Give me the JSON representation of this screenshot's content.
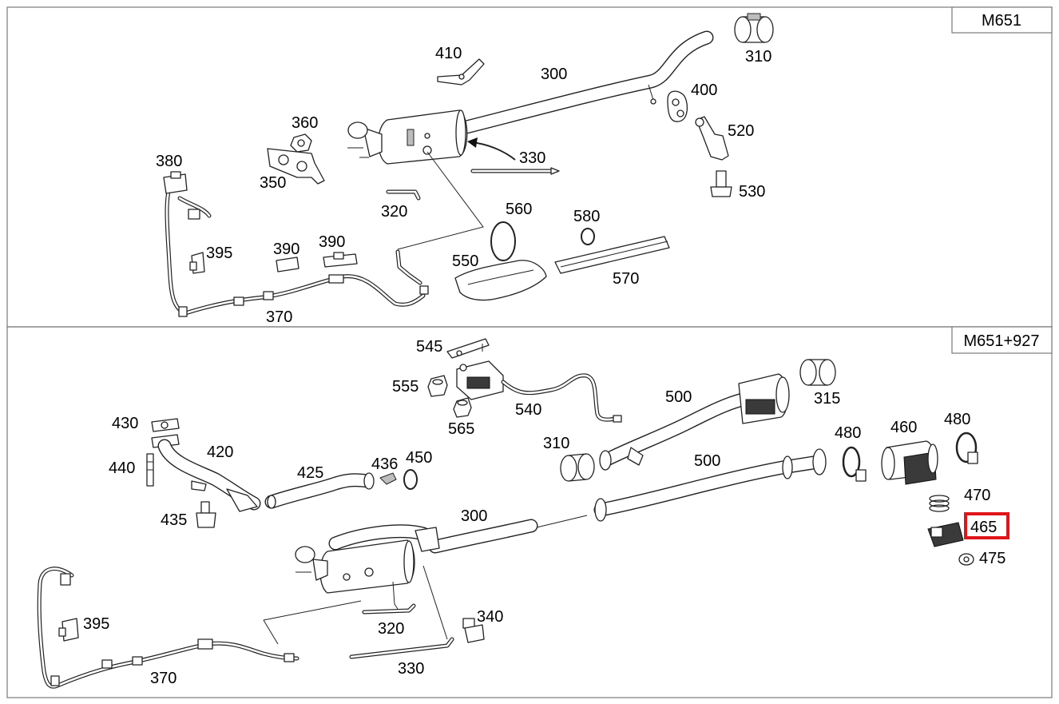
{
  "sections": [
    {
      "tag": "M651",
      "labels": [
        "410",
        "300",
        "310",
        "400",
        "360",
        "520",
        "380",
        "330",
        "350",
        "530",
        "320",
        "560",
        "580",
        "395",
        "390",
        "390",
        "550",
        "570",
        "370"
      ]
    },
    {
      "tag": "M651+927",
      "labels": [
        "545",
        "555",
        "540",
        "500",
        "315",
        "565",
        "430",
        "420",
        "310",
        "480",
        "460",
        "480",
        "440",
        "500",
        "425",
        "436",
        "450",
        "470",
        "435",
        "300",
        "465",
        "475",
        "340",
        "395",
        "320",
        "330",
        "370"
      ]
    }
  ],
  "highlight": {
    "label": "465",
    "color": "#e0141b"
  }
}
